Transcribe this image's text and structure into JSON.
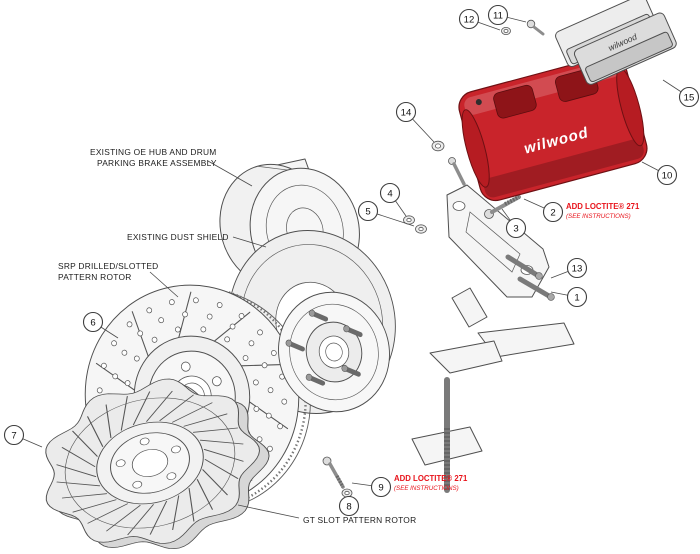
{
  "diagram": {
    "type": "exploded-assembly",
    "subject": "Front disc brake kit exploded view with OE hub and drum parking brake"
  },
  "brand": {
    "name": "wilwood"
  },
  "colors": {
    "caliper_red": "#c9242b",
    "caliper_red_dark": "#8e1418",
    "annotation_red": "#e8131b",
    "line": "#4a4a4a"
  },
  "labels": {
    "hub_line1": "EXISTING OE HUB AND DRUM",
    "hub_line2": "PARKING BRAKE ASSEMBLY",
    "dust_shield": "EXISTING DUST SHIELD",
    "srp_line1": "SRP DRILLED/SLOTTED",
    "srp_line2": "PATTERN ROTOR",
    "gt_rotor": "GT SLOT PATTERN ROTOR",
    "loctite_title": "ADD LOCTITE® 271",
    "loctite_sub": "(SEE INSTRUCTIONS)"
  },
  "callouts": [
    {
      "n": "1"
    },
    {
      "n": "2"
    },
    {
      "n": "3"
    },
    {
      "n": "4"
    },
    {
      "n": "5"
    },
    {
      "n": "6"
    },
    {
      "n": "7"
    },
    {
      "n": "8"
    },
    {
      "n": "9"
    },
    {
      "n": "10"
    },
    {
      "n": "11"
    },
    {
      "n": "12"
    },
    {
      "n": "13"
    },
    {
      "n": "14"
    },
    {
      "n": "15"
    }
  ]
}
